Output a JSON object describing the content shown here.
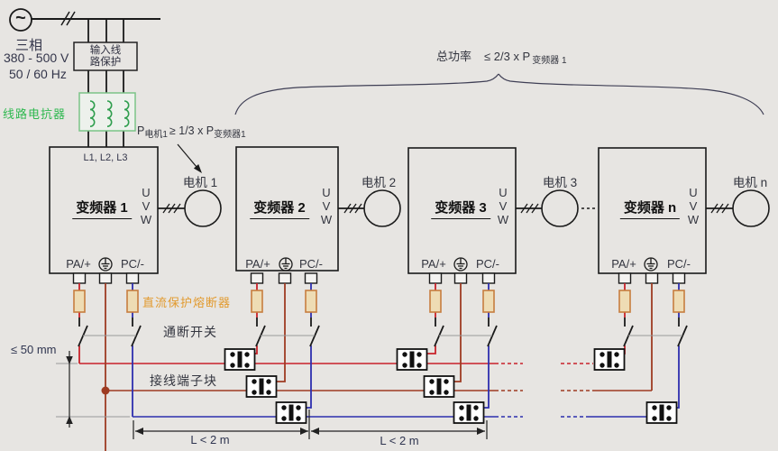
{
  "colors": {
    "background": "#e7e5e2",
    "line_black": "#1a1a1a",
    "dc_plus_red": "#c8222a",
    "ground_brown": "#9e3b22",
    "dc_minus_blue": "#2d2fae",
    "reactor_green": "#2eb84f",
    "fuse_label_orange": "#e29a2e",
    "fuse_body_fill": "#eedcb4",
    "dimension_navy": "#2f3550"
  },
  "power_source": {
    "symbol": "~",
    "phase": "三相",
    "voltage": "380 - 500 V",
    "frequency": "50 / 60 Hz"
  },
  "input_protection": {
    "line1": "输入线",
    "line2": "路保护"
  },
  "line_reactor": {
    "label": "线路电抗器"
  },
  "mains_terminals": "L1, L2, L3",
  "formulas": {
    "motor_min": {
      "base": "P",
      "sub_motor": "电机1",
      "relation": "≥ 1/3 x P",
      "sub_converter": "变频器1"
    },
    "total_power": {
      "label": "总功率",
      "relation": "≤ 2/3 x P",
      "sub_converter": "变频器 1"
    }
  },
  "converters": [
    {
      "name": "变频器 1",
      "motor": "电机 1",
      "u": "U",
      "v": "V",
      "w": "W",
      "pa": "PA/+",
      "pc": "PC/-"
    },
    {
      "name": "变频器 2",
      "motor": "电机 2",
      "u": "U",
      "v": "V",
      "w": "W",
      "pa": "PA/+",
      "pc": "PC/-"
    },
    {
      "name": "变频器 3",
      "motor": "电机 3",
      "u": "U",
      "v": "V",
      "w": "W",
      "pa": "PA/+",
      "pc": "PC/-"
    },
    {
      "name": "变频器 n",
      "motor": "电机 n",
      "u": "U",
      "v": "V",
      "w": "W",
      "pa": "PA/+",
      "pc": "PC/-"
    }
  ],
  "wiring_labels": {
    "dc_fuse": "直流保护熔断器",
    "switch": "通断开关",
    "terminal_block": "接线端子块"
  },
  "dimensions": {
    "clearance": "≤ 50 mm",
    "span_1": "L <  2 m",
    "span_2": "L <  2 m"
  }
}
